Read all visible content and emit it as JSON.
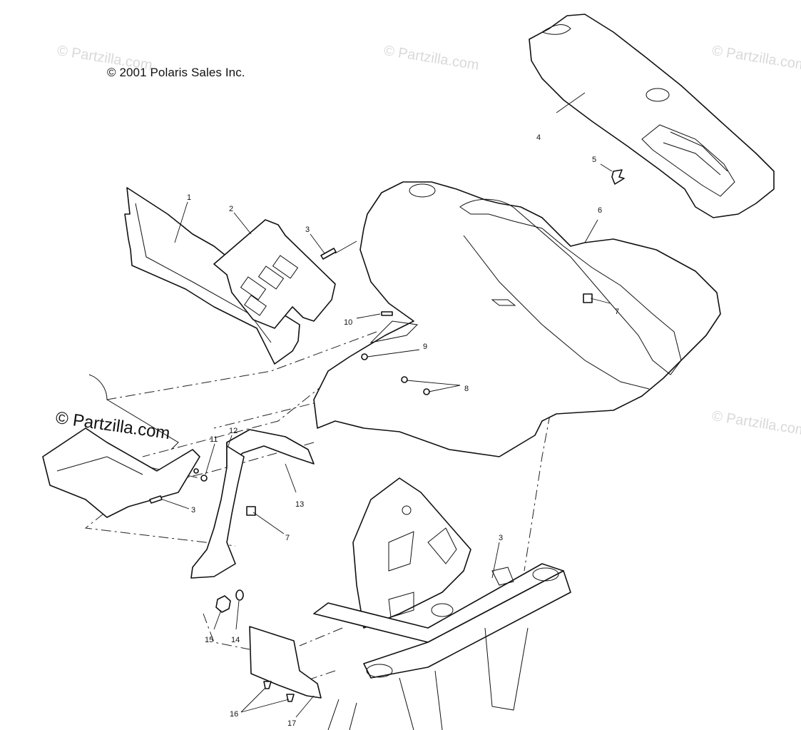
{
  "copyright": "© 2001 Polaris Sales Inc.",
  "watermark": "© Partzilla.com",
  "watermark_strong": "© Partzilla.com",
  "callouts": {
    "c1": "1",
    "c2": "2",
    "c3a": "3",
    "c3b": "3",
    "c3c": "3",
    "c4": "4",
    "c5": "5",
    "c6": "6",
    "c7a": "7",
    "c7b": "7",
    "c8": "8",
    "c9": "9",
    "c10": "10",
    "c11": "11",
    "c12": "12",
    "c13": "13",
    "c14": "14",
    "c15": "15",
    "c16": "16",
    "c17": "17"
  }
}
